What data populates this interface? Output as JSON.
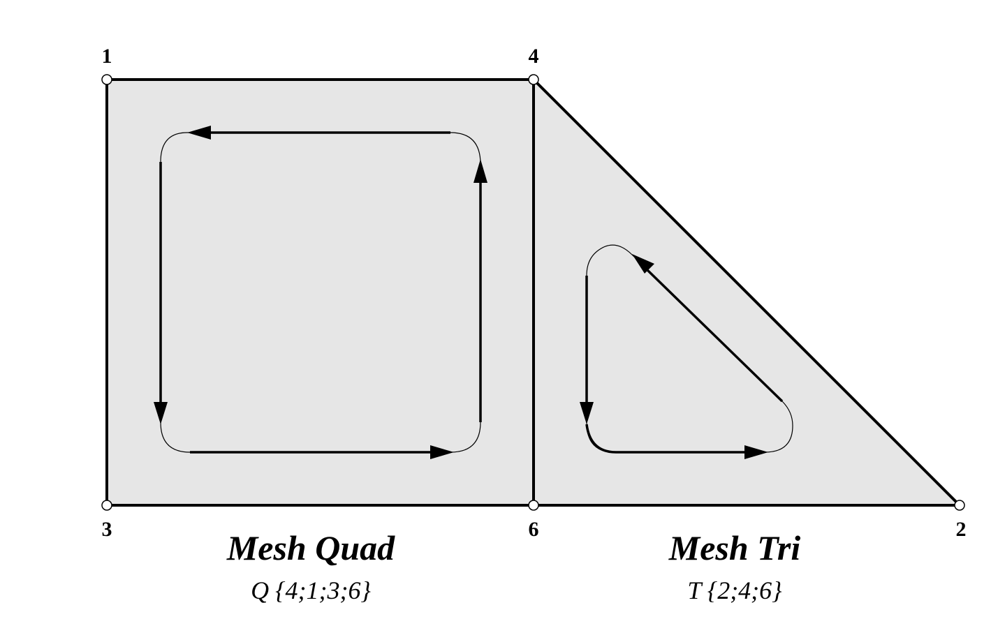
{
  "colors": {
    "face_fill": "#e6e6e6",
    "edge": "#000000",
    "node_fill": "#ffffff"
  },
  "nodes": [
    {
      "id": "1",
      "label": "1"
    },
    {
      "id": "2",
      "label": "2"
    },
    {
      "id": "3",
      "label": "3"
    },
    {
      "id": "4",
      "label": "4"
    },
    {
      "id": "6",
      "label": "6"
    }
  ],
  "elements": {
    "quad": {
      "title": "Mesh Quad",
      "connectivity": "Q {4;1;3;6}"
    },
    "tri": {
      "title": "Mesh Tri",
      "connectivity": "T {2;4;6}"
    }
  }
}
